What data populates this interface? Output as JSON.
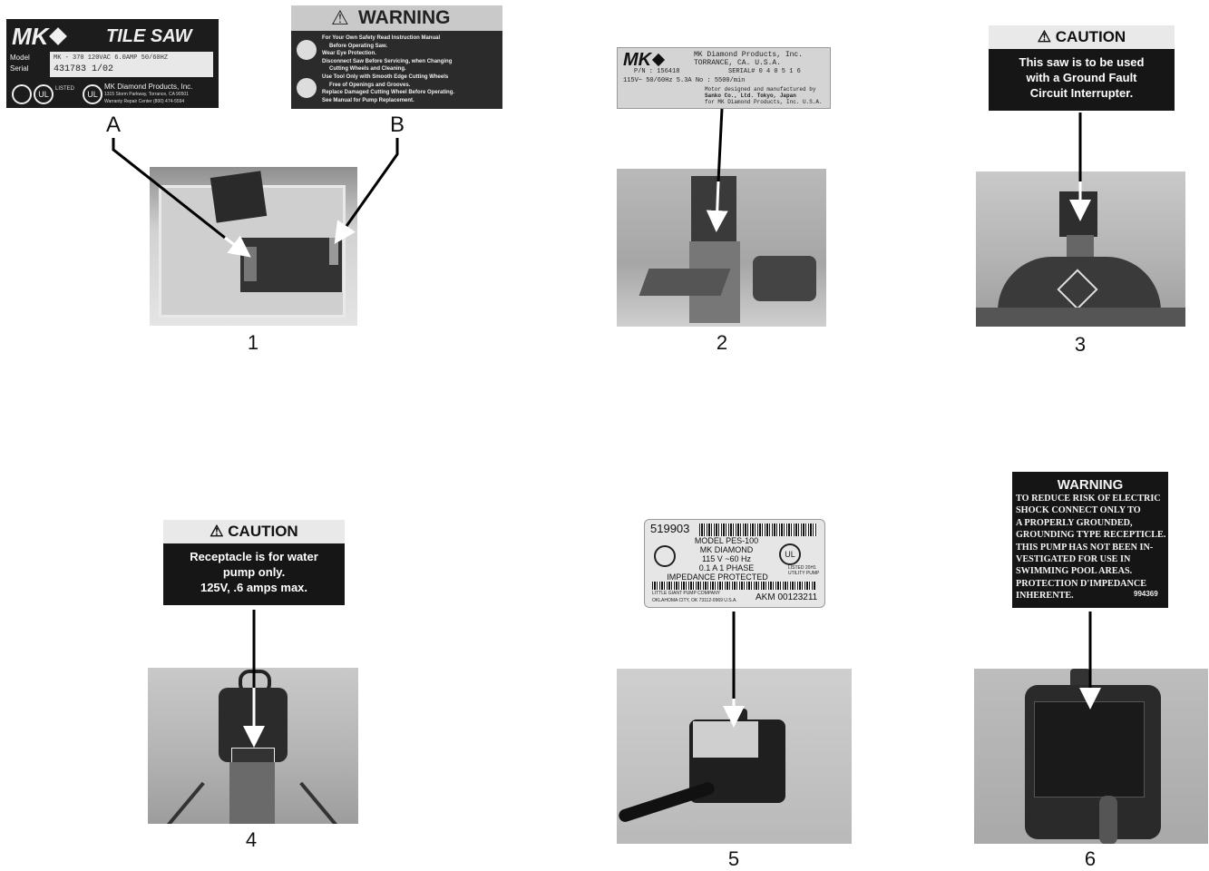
{
  "figures": [
    {
      "number": "1",
      "callouts": [
        "A",
        "B"
      ]
    },
    {
      "number": "2"
    },
    {
      "number": "3"
    },
    {
      "number": "4"
    },
    {
      "number": "5"
    },
    {
      "number": "6"
    }
  ],
  "label_a": {
    "brand": "MK",
    "product": "TILE SAW",
    "model_key": "Model",
    "serial_key": "Serial",
    "model_value": "MK - 370 120VAC 6.0AMP 50/60HZ",
    "serial_value": "431783        1/02",
    "maker": "MK Diamond Products, Inc.",
    "address": "1315 Storm Parkway, Torrance, CA 90501",
    "repair": "Warranty Repair Center (800) 474-5594",
    "listed": "LISTED"
  },
  "label_b": {
    "heading": "WARNING",
    "lines": [
      "For Your Own Safety Read Instruction Manual",
      "Before Operating Saw.",
      "Wear Eye Protection.",
      "Disconnect Saw Before Servicing, when Changing",
      "Cutting Wheels and Cleaning.",
      "Use Tool Only with Smooth Edge Cutting Wheels",
      "Free of Openings and Grooves.",
      "Replace Damaged Cutting Wheel Before Operating.",
      "See Manual for Pump Replacement."
    ]
  },
  "label_2": {
    "brand": "MK",
    "maker": "MK Diamond Products, Inc.",
    "city": "TORRANCE, CA. U.S.A.",
    "pn": "P/N : 156418",
    "serial": "SERIAL# 0 4 0 5 1 6",
    "ratings": "115V~   50/60Hz   5.3A   No : 5500/min",
    "motor_1": "Motor designed and manufactured by",
    "motor_2": "Sanko Co., Ltd. Tokyo, Japan",
    "motor_3": "for MK Diamond Products, Inc. U.S.A."
  },
  "label_3": {
    "heading": "CAUTION",
    "lines": [
      "This saw is to be used",
      "with a Ground Fault",
      "Circuit Interrupter."
    ]
  },
  "label_4": {
    "heading": "CAUTION",
    "lines": [
      "Receptacle is for water",
      "pump only.",
      "125V, .6 amps max."
    ]
  },
  "label_5": {
    "code": "519903",
    "lines": [
      "MODEL PES-100",
      "MK DIAMOND",
      "115 V ~60 Hz",
      "0.1 A 1 PHASE",
      "IMPEDANCE PROTECTED"
    ],
    "listed": "LISTED 20H1 UTILITY PUMP",
    "company": "LITTLE GIANT PUMP COMPANY",
    "city": "OKLAHOMA CITY, OK 73112-0969 U.S.A.",
    "akm": "AKM 00123211"
  },
  "label_6": {
    "heading": "WARNING",
    "lines": [
      "TO REDUCE RISK OF ELECTRIC",
      "SHOCK CONNECT ONLY TO",
      "A PROPERLY GROUNDED,",
      "GROUNDING TYPE RECEPTICLE.",
      "THIS PUMP HAS NOT BEEN IN-",
      "VESTIGATED FOR USE IN",
      "SWIMMING POOL AREAS.",
      "PROTECTION D'IMPEDANCE",
      "INHERENTE."
    ],
    "code": "994369"
  },
  "colors": {
    "label_dark": "#161616",
    "photo_gray": "#b4b4b4",
    "arrow_black": "#000000",
    "arrow_white": "#ffffff"
  },
  "icons": [
    "warning-triangle-icon",
    "ul-mark-icon",
    "csa-mark-icon",
    "mk-logo-icon"
  ]
}
